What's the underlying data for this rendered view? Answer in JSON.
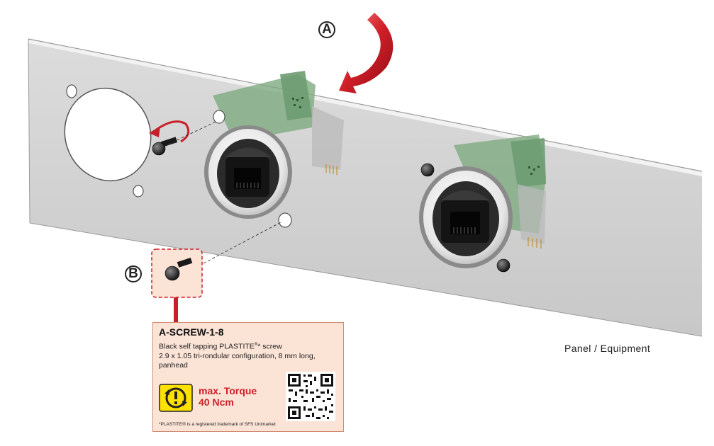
{
  "callouts": {
    "a": "A",
    "b": "B"
  },
  "panel_label": "Panel / Equipment",
  "screw_card": {
    "part_number": "A-SCREW-1-8",
    "desc_line1": "Black self tapping PLASTITE",
    "desc_line1_mark": "®",
    "desc_line1_tail": "* screw",
    "desc_line2": "2.9 x 1.05 tri-rondular configuration, 8 mm long,",
    "desc_line3": "panhead",
    "torque_line1": "max. Torque",
    "torque_line2": "40 Ncm",
    "trademark_note": "*PLASTITE® is a registered trademark of SFS Unimarket"
  },
  "colors": {
    "panel": "#d2d2d2",
    "panel_edge": "#9a9a9a",
    "arrow_red": "#c8202a",
    "card_background": "#fbe3d6",
    "torque_icon": "#ffe100",
    "pcb_green": "#7eaa80"
  },
  "icons": [
    "rotation-arrow-icon",
    "torque-warning-icon",
    "qr-code"
  ]
}
